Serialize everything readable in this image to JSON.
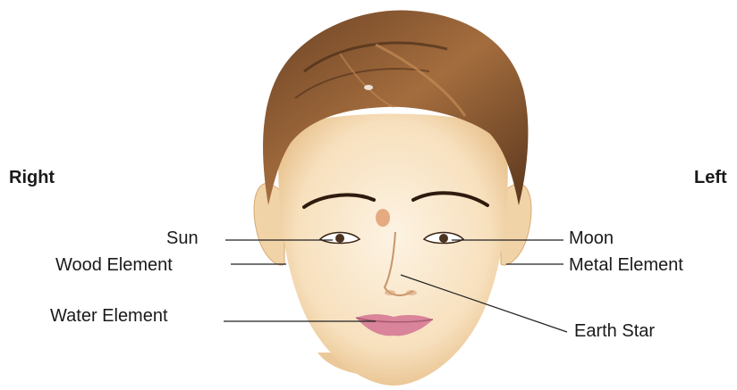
{
  "sides": {
    "right": "Right",
    "left": "Left"
  },
  "labels": {
    "sun": "Sun",
    "moon": "Moon",
    "wood": "Wood Element",
    "metal": "Metal Element",
    "water": "Water Element",
    "earth": "Earth Star"
  },
  "colors": {
    "hair": "#8a5a32",
    "hair_dark": "#4a2e18",
    "skin": "#f7e0bd",
    "skin_shadow": "#e9c08a",
    "lips": "#d9849a",
    "leader_line": "#222222"
  }
}
